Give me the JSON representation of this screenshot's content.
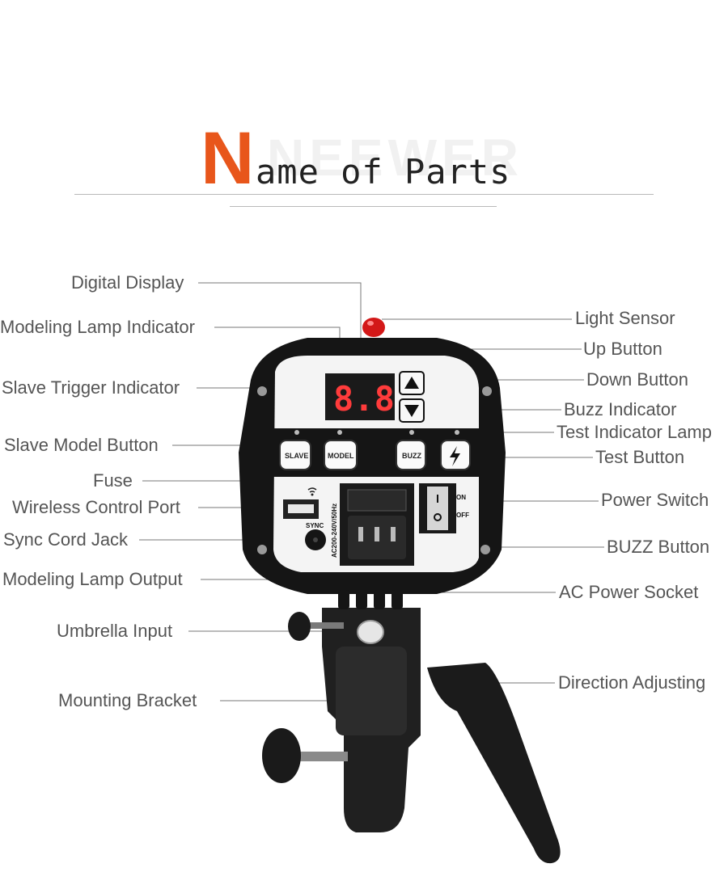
{
  "title": {
    "initial": "N",
    "rest": "ame of Parts",
    "watermark": "NEEWER"
  },
  "display": {
    "readout": "8.8."
  },
  "buttons": {
    "slave": "SLAVE",
    "model": "MODEL",
    "buzz": "BUZZ"
  },
  "panel_text": {
    "sync": "SYNC",
    "on": "ON",
    "off": "OFF",
    "voltage": "AC200-240V/50Hz"
  },
  "labels_left": {
    "digital_display": "Digital Display",
    "modeling_lamp_indicator": "Modeling Lamp Indicator",
    "slave_trigger_indicator": "Slave Trigger Indicator",
    "slave_model_button": "Slave Model Button",
    "fuse": "Fuse",
    "wireless_control_port": "Wireless Control Port",
    "sync_cord_jack": "Sync Cord Jack",
    "modeling_lamp_output": "Modeling Lamp Output",
    "umbrella_input": "Umbrella Input",
    "mounting_bracket": "Mounting Bracket"
  },
  "labels_right": {
    "light_sensor": "Light Sensor",
    "up_button": "Up Button",
    "down_button": "Down Button",
    "buzz_indicator": "Buzz Indicator",
    "test_indicator_lamp": "Test Indicator Lamp",
    "test_button": "Test Button",
    "power_switch": "Power Switch",
    "buzz_button": "BUZZ Button",
    "ac_power_socket": "AC Power Socket",
    "direction_adjusting": "Direction Adjusting"
  },
  "colors": {
    "accent": "#e8561b",
    "label": "#555555",
    "line": "#777777",
    "body": "#151515",
    "panel": "#f4f4f4",
    "sensor": "#d31818",
    "led": "#ff3b3b"
  }
}
